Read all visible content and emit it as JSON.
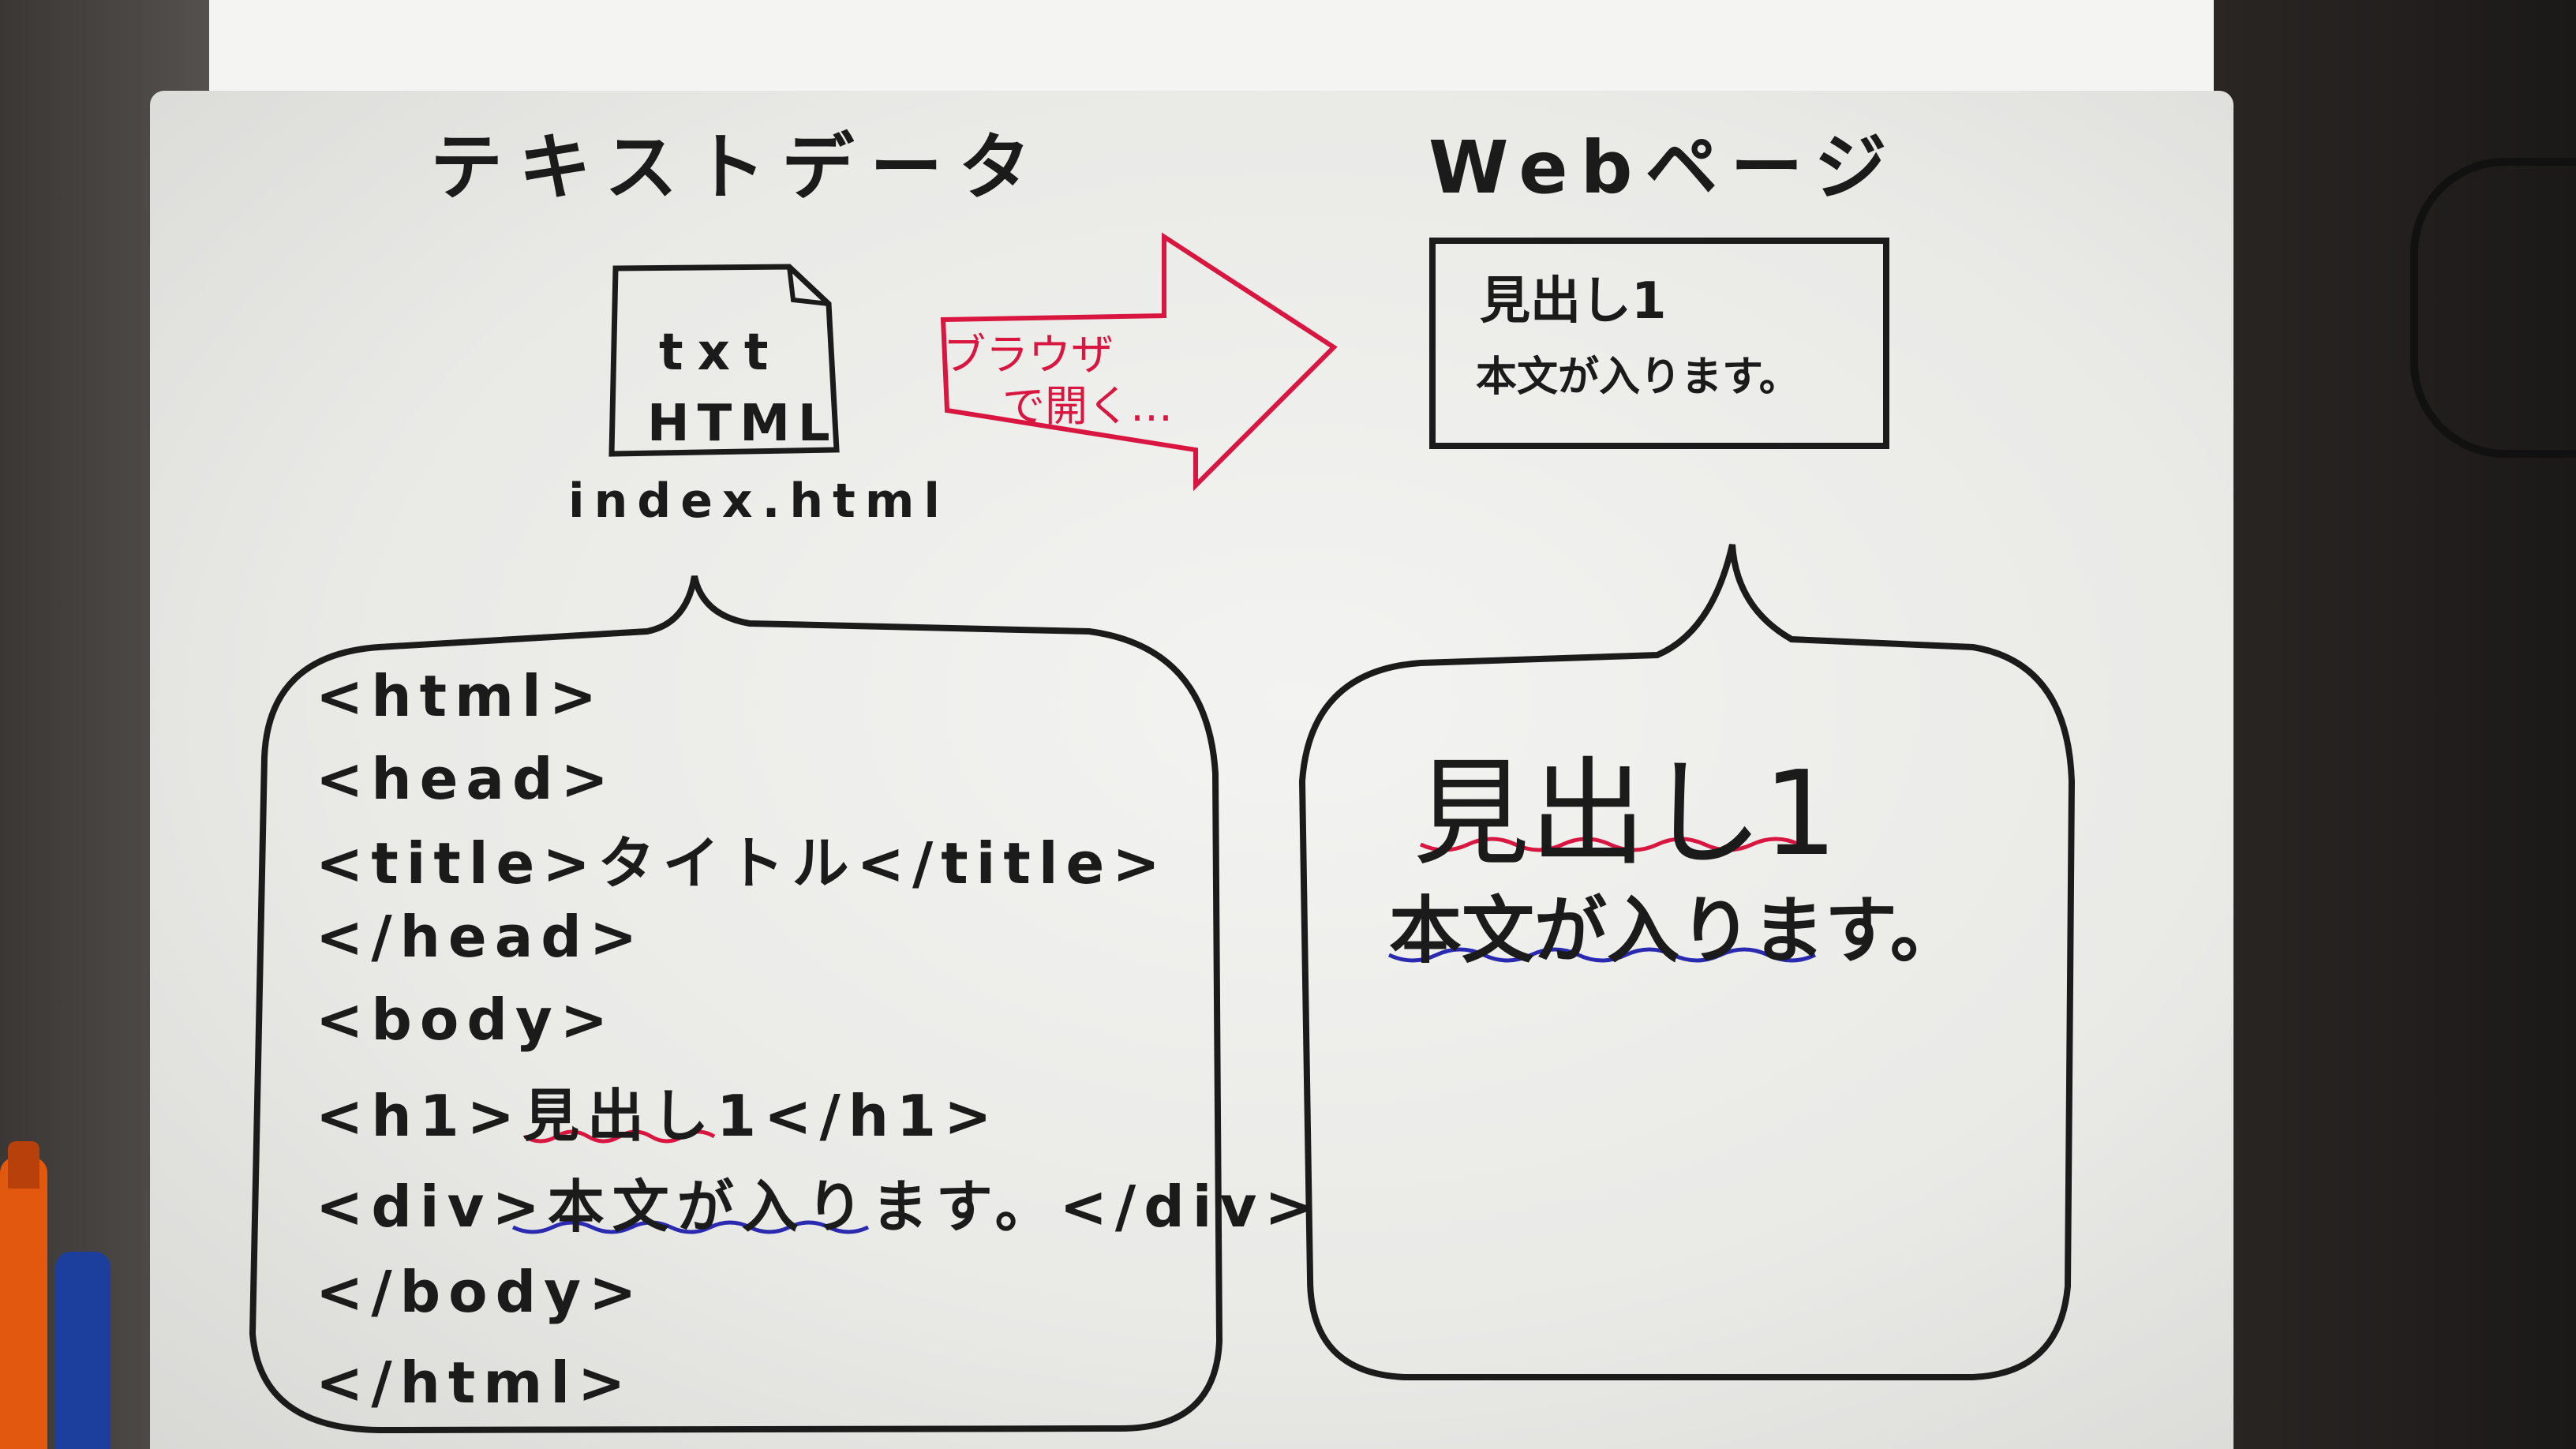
{
  "left_title": "テキストデータ",
  "right_title": "Webページ",
  "file_icon": {
    "line1": "txt",
    "line2": "HTML"
  },
  "filename": "index.html",
  "arrow_text": {
    "line1": "ブラウザ",
    "line2": "で開く…"
  },
  "small_preview": {
    "heading": "見出し1",
    "body": "本文が入ります。"
  },
  "code_lines": [
    "<html>",
    "<head>",
    "<title>タイトル</title>",
    "</head>",
    "<body>",
    "<h1>見出し1</h1>",
    "<div>本文が入ります。</div>",
    "</body>",
    "</html>"
  ],
  "large_preview": {
    "heading": "見出し1",
    "body": "本文が入ります。"
  },
  "colors": {
    "ink": "#1b1b1b",
    "red_pen": "#d8163f",
    "blue_pen": "#2a2ab0",
    "paper": "#eeeeec"
  }
}
